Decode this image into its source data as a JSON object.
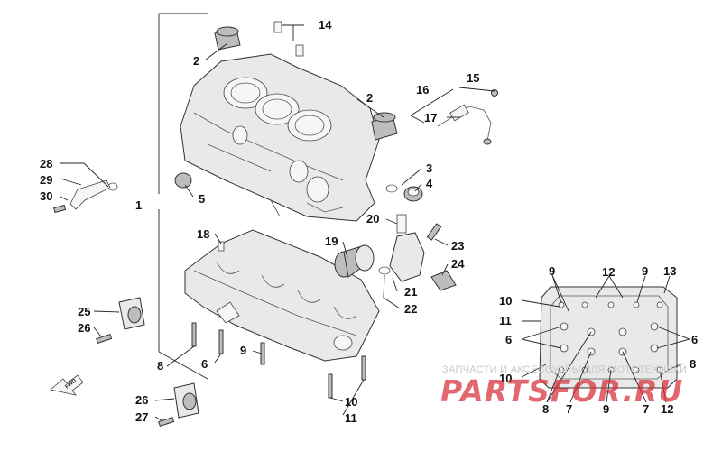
{
  "diagram": {
    "callouts": [
      {
        "id": "c1",
        "text": "1"
      },
      {
        "id": "c2a",
        "text": "2"
      },
      {
        "id": "c2b",
        "text": "2"
      },
      {
        "id": "c3",
        "text": "3"
      },
      {
        "id": "c4",
        "text": "4"
      },
      {
        "id": "c5",
        "text": "5"
      },
      {
        "id": "c6a",
        "text": "6"
      },
      {
        "id": "c6b",
        "text": "6"
      },
      {
        "id": "c6c",
        "text": "6"
      },
      {
        "id": "c7a",
        "text": "7"
      },
      {
        "id": "c7b",
        "text": "7"
      },
      {
        "id": "c8a",
        "text": "8"
      },
      {
        "id": "c8b",
        "text": "8"
      },
      {
        "id": "c8c",
        "text": "8"
      },
      {
        "id": "c9a",
        "text": "9"
      },
      {
        "id": "c9b",
        "text": "9"
      },
      {
        "id": "c9c",
        "text": "9"
      },
      {
        "id": "c9d",
        "text": "9"
      },
      {
        "id": "c10a",
        "text": "10"
      },
      {
        "id": "c10b",
        "text": "10"
      },
      {
        "id": "c10c",
        "text": "10"
      },
      {
        "id": "c11a",
        "text": "11"
      },
      {
        "id": "c11b",
        "text": "11"
      },
      {
        "id": "c12a",
        "text": "12"
      },
      {
        "id": "c12b",
        "text": "12"
      },
      {
        "id": "c13",
        "text": "13"
      },
      {
        "id": "c14",
        "text": "14"
      },
      {
        "id": "c15",
        "text": "15"
      },
      {
        "id": "c16",
        "text": "16"
      },
      {
        "id": "c17",
        "text": "17"
      },
      {
        "id": "c18",
        "text": "18"
      },
      {
        "id": "c19",
        "text": "19"
      },
      {
        "id": "c20",
        "text": "20"
      },
      {
        "id": "c21",
        "text": "21"
      },
      {
        "id": "c22",
        "text": "22"
      },
      {
        "id": "c23",
        "text": "23"
      },
      {
        "id": "c24",
        "text": "24"
      },
      {
        "id": "c25",
        "text": "25"
      },
      {
        "id": "c26a",
        "text": "26"
      },
      {
        "id": "c26b",
        "text": "26"
      },
      {
        "id": "c27",
        "text": "27"
      },
      {
        "id": "c28",
        "text": "28"
      },
      {
        "id": "c29",
        "text": "29"
      },
      {
        "id": "c30",
        "text": "30"
      }
    ],
    "fwd_label": "FWD"
  },
  "watermark": {
    "tagline": "ЗАПЧАСТИ И АКСЕССУАРЫ ДЛЯ МОТОТЕХНИКИ",
    "logo": "PARTSFOR.RU"
  },
  "colors": {
    "line": "#222222",
    "part_fill": "#e9e9e9",
    "watermark_logo": "#d72d37",
    "watermark_text": "#c9c9c9"
  }
}
